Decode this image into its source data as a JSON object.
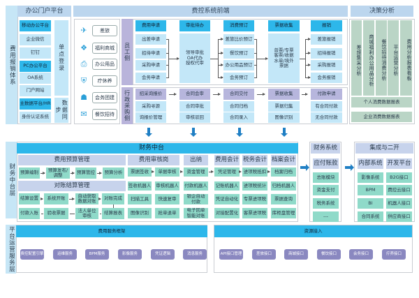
{
  "portal": {
    "side_label": "费用报销体系",
    "title": "办公门户平台",
    "items": [
      "移动办公平台",
      "企业微信",
      "钉钉",
      "PC办公平台",
      "OA系统",
      "门户网站",
      "主数据平台/HR",
      "身份认证系统"
    ],
    "sso": "单点登录",
    "sync": "数据同步"
  },
  "frontend": {
    "title": "费控系统前端",
    "services": [
      {
        "label": "差旅",
        "icon": "airplane-icon"
      },
      {
        "label": "福利商城",
        "icon": "gift-icon"
      },
      {
        "label": "办公用品",
        "icon": "printer-icon"
      },
      {
        "label": "疗休养",
        "icon": "shield-icon"
      },
      {
        "label": "会务团建",
        "icon": "group-icon"
      },
      {
        "label": "餐饮招待",
        "icon": "receipt-icon"
      }
    ],
    "employee_label": "员工侧",
    "admin_label": "行政采购侧",
    "employee": {
      "apply": {
        "title": "费用申请",
        "items": [
          "出差申请",
          "招待申请",
          "采购申请",
          "会务申请"
        ]
      },
      "approval": {
        "title": "审批待办",
        "body": "领导审批\nOA代办\n授权代审"
      },
      "booking": {
        "title": "消费预订",
        "items": [
          "差旅比价预订",
          "餐饮预订",
          "办公用品预订",
          "会务预订"
        ]
      },
      "invoice": {
        "title": "票据收集",
        "body": "普票/专票\n客票/收据\n水单/境外\n票据"
      },
      "reimburse": {
        "title": "报销",
        "items": [
          "差旅报销",
          "招待报销",
          "采购报销",
          "会务报销"
        ]
      }
    },
    "admin": {
      "columns": [
        {
          "title": "招采询报价",
          "items": [
            "采购寻源",
            "询报价管理"
          ]
        },
        {
          "title": "合同会审",
          "items": [
            "合同审批",
            "审核驳回"
          ]
        },
        {
          "title": "合同交付",
          "items": [
            "合同归档",
            "合同录入"
          ]
        },
        {
          "title": "票据收集",
          "items": [
            "票据归集",
            "图像识别"
          ]
        },
        {
          "title": "付款申请",
          "items": [
            "有合同付款",
            "无合同付款"
          ]
        }
      ]
    }
  },
  "decision": {
    "title": "决策分析",
    "columns": [
      "差旅集采分析",
      "商城福利办公用品分析",
      "餐饮招待消费分析",
      "平台运营分析",
      "费用分析报表看板"
    ],
    "reports": [
      "个人消费数据报表",
      "企业消费数据报表"
    ]
  },
  "finance_mid": {
    "side_label": "财务中台层",
    "title": "财务中台",
    "budget": {
      "title": "费用预算管理",
      "items": [
        "预算编制",
        "预算发布/\n调整",
        "预算管控",
        "预算分析"
      ]
    },
    "recon": {
      "title": "对账结算管理",
      "row1": [
        "结算设置",
        "系统开账",
        "自动获取\n数据对账",
        "对账完成"
      ],
      "row2": [
        "付款入账",
        "验收票据",
        "法人单位\n审核",
        "结算报表"
      ]
    },
    "audit_title": "费用审核岗",
    "roles": [
      "出纳",
      "费用会计",
      "税务会计",
      "档案会计"
    ],
    "grid": [
      [
        "票据签收",
        "单据审核",
        "资金管理",
        "凭证管理",
        "进项税抵扣",
        "档案归档"
      ],
      [
        "签收机器人",
        "审核机器人",
        "付款机器人",
        "记账机器人",
        "进项税统计",
        "归档机器人"
      ],
      [
        "扫描工具",
        "快速复审",
        "银企自动\n付款",
        "凭证自动化",
        "专票进项税",
        "票据查询"
      ],
      [
        "图像识别",
        "抢单退单",
        "电子回单\n智能对账",
        "对接配置化",
        "客票进项税",
        "库柜盘管理"
      ]
    ]
  },
  "finance_sys": {
    "title": "财务系统",
    "items": [
      "应付账款",
      "总账模块",
      "资金支付",
      "税务系统",
      "---"
    ]
  },
  "integration": {
    "title": "集成与二开",
    "items": [
      [
        "内部系统",
        "开发平台"
      ],
      [
        "影像系统",
        "B2G接口"
      ],
      [
        "BPM",
        "费控云接口"
      ],
      [
        "BI",
        "机器人接口"
      ],
      [
        "合同系统",
        "供应商接口"
      ]
    ]
  },
  "platform": {
    "side_label": "平台运营服务层",
    "service_frame": {
      "title": "费用服务框架",
      "items": [
        "费控配置引擎",
        "运维服务",
        "BPM服务",
        "影像服务",
        "凭证逻辑",
        "消息服务"
      ]
    },
    "resources": {
      "title": "资源接入",
      "items": [
        "API接口管理",
        "差旅接口",
        "商城接口",
        "餐饮接口",
        "会务接口",
        "疗养接口"
      ]
    }
  }
}
